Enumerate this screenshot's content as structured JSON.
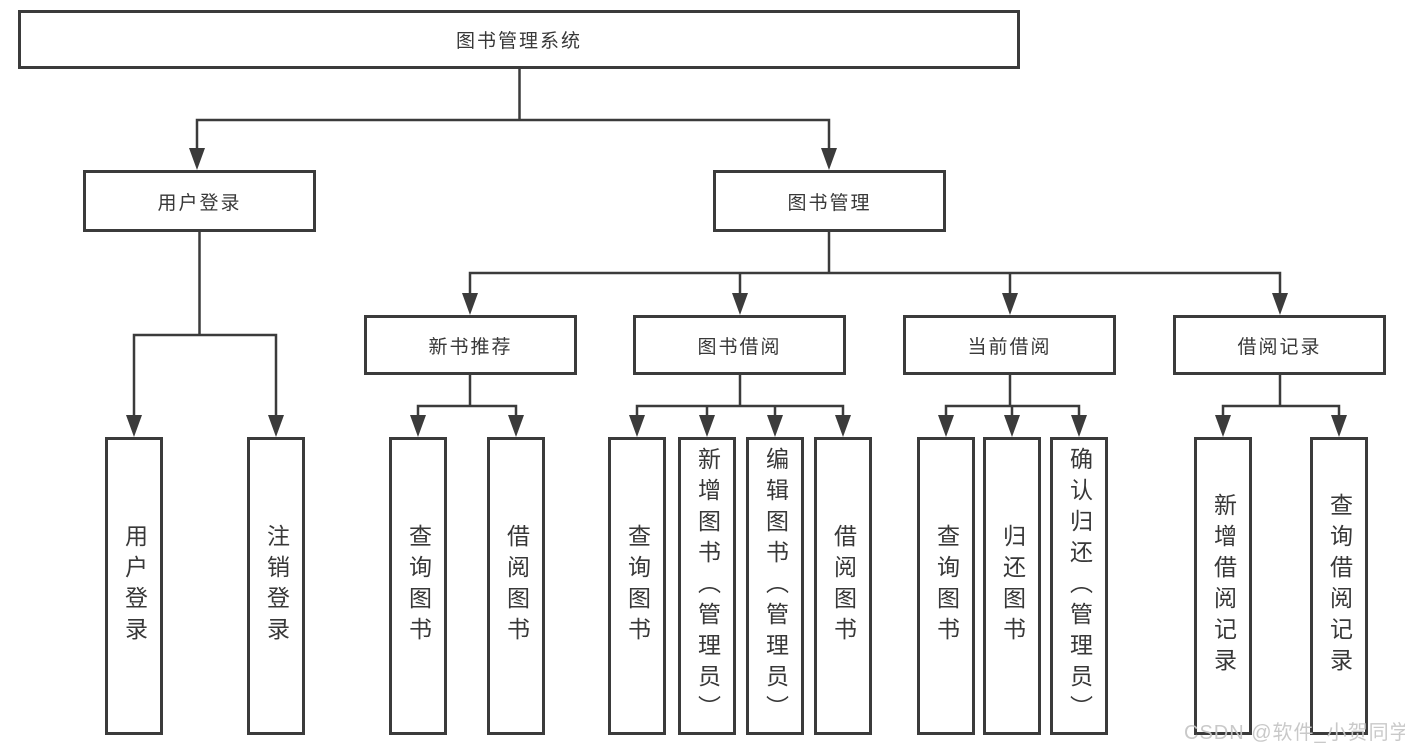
{
  "tree": {
    "root": {
      "label": "图书管理系统"
    },
    "level2": [
      {
        "id": "user-login",
        "label": "用户登录",
        "children": [
          {
            "label": "用户登录"
          },
          {
            "label": "注销登录"
          }
        ]
      },
      {
        "id": "book-management",
        "label": "图书管理",
        "children": [
          {
            "id": "new-book-recommend",
            "label": "新书推荐",
            "children": [
              {
                "label": "查询图书"
              },
              {
                "label": "借阅图书"
              }
            ]
          },
          {
            "id": "book-borrowing",
            "label": "图书借阅",
            "children": [
              {
                "label": "查询图书"
              },
              {
                "label": "新增图书（管理员）"
              },
              {
                "label": "编辑图书（管理员）"
              },
              {
                "label": "借阅图书"
              }
            ]
          },
          {
            "id": "current-borrowing",
            "label": "当前借阅",
            "children": [
              {
                "label": "查询图书"
              },
              {
                "label": "归还图书"
              },
              {
                "label": "确认归还（管理员）"
              }
            ]
          },
          {
            "id": "borrowing-records",
            "label": "借阅记录",
            "children": [
              {
                "label": "新增借阅记录"
              },
              {
                "label": "查询借阅记录"
              }
            ]
          }
        ]
      }
    ]
  },
  "watermark": {
    "text": "CSDN @软件_小贺同学"
  },
  "colors": {
    "line": "#3b3b3b",
    "text": "#383838",
    "background": "#ffffff",
    "watermark": "#c7c7c7"
  }
}
